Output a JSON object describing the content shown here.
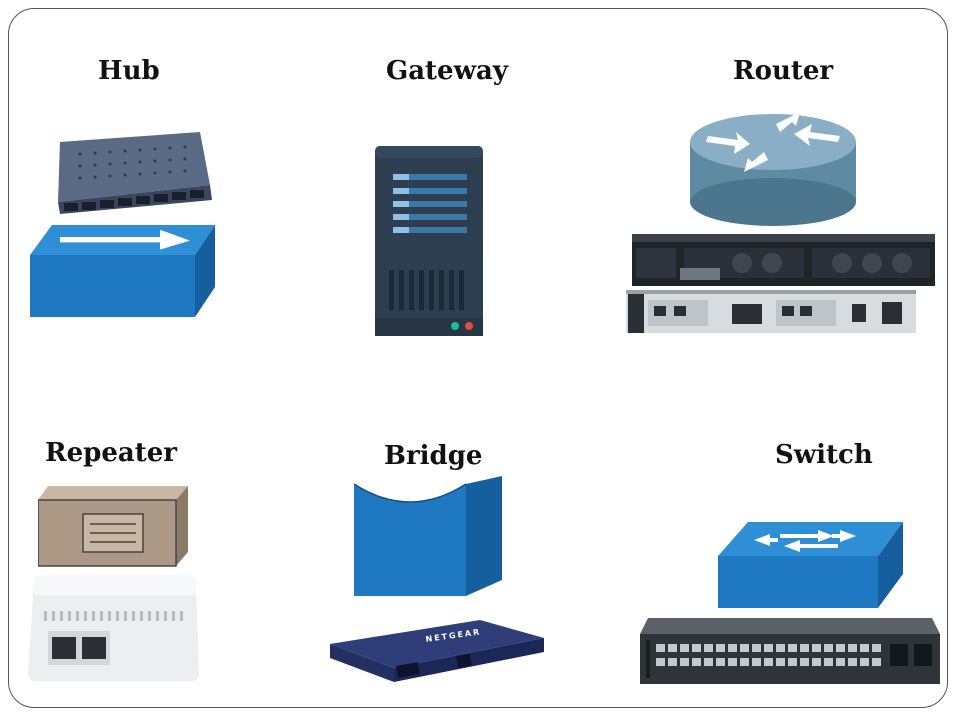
{
  "devices": {
    "hub": {
      "label": "Hub"
    },
    "gateway": {
      "label": "Gateway"
    },
    "router": {
      "label": "Router"
    },
    "repeater": {
      "label": "Repeater"
    },
    "bridge": {
      "label": "Bridge"
    },
    "switch": {
      "label": "Switch"
    }
  },
  "hardware_branding": {
    "bridge_unit": "NETGEAR"
  }
}
